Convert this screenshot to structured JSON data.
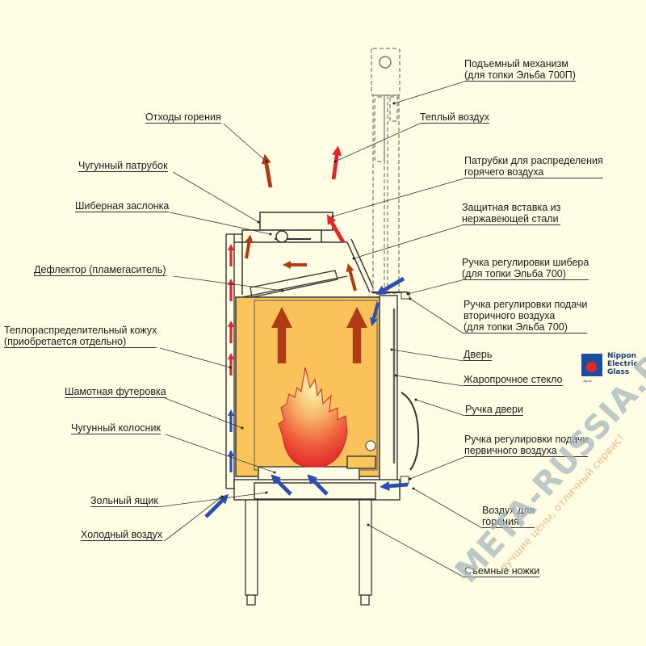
{
  "title": "Схема топки Эльба",
  "colors": {
    "background": "#fffde3",
    "firebox": "#f9c55b",
    "hot_air": "#e8232a",
    "combustion_flow": "#b03a12",
    "cold_air": "#2b4fb0",
    "lines": "#333333"
  },
  "labels_left": [
    {
      "id": "combustion-waste",
      "lines": [
        "Отходы горения"
      ]
    },
    {
      "id": "cast-iron-pipe",
      "lines": [
        "Чугунный патрубок"
      ]
    },
    {
      "id": "damper",
      "lines": [
        "Шиберная заслонка"
      ]
    },
    {
      "id": "deflector",
      "lines": [
        "Дефлектор (пламегаситель)"
      ]
    },
    {
      "id": "heat-casing",
      "lines": [
        "Теплораспределительный кожух",
        "(приобретается отдельно)"
      ]
    },
    {
      "id": "fireclay-lining",
      "lines": [
        "Шамотная футеровка"
      ]
    },
    {
      "id": "grate",
      "lines": [
        "Чугунный колосник"
      ]
    },
    {
      "id": "ash-box",
      "lines": [
        "Зольный ящик"
      ]
    },
    {
      "id": "cold-air",
      "lines": [
        "Холодный воздух"
      ]
    }
  ],
  "labels_right": [
    {
      "id": "lift-mechanism",
      "lines": [
        "Подъемный механизм",
        "(для топки Эльба 700П)"
      ]
    },
    {
      "id": "warm-air",
      "lines": [
        "Теплый воздух"
      ]
    },
    {
      "id": "hot-air-pipes",
      "lines": [
        "Патрубки для распределения",
        "горячего воздуха"
      ]
    },
    {
      "id": "steel-insert",
      "lines": [
        "Защитная вставка из",
        "нержавеющей стали"
      ]
    },
    {
      "id": "damper-handle",
      "lines": [
        "Ручка регулировки шибера",
        "(для топки Эльба 700)"
      ]
    },
    {
      "id": "secondary-air-handle",
      "lines": [
        "Ручка регулировки подачи",
        "вторичного воздуха",
        "(для топки Эльба 700)"
      ]
    },
    {
      "id": "door",
      "lines": [
        "Дверь"
      ]
    },
    {
      "id": "glass",
      "lines": [
        "Жаропрочное стекло"
      ]
    },
    {
      "id": "door-handle",
      "lines": [
        "Ручка двери"
      ]
    },
    {
      "id": "primary-air-handle",
      "lines": [
        "Ручка регулировки подачи",
        "первичного воздуха"
      ]
    },
    {
      "id": "combustion-air",
      "lines": [
        "Воздух для",
        "горения"
      ]
    },
    {
      "id": "removable-legs",
      "lines": [
        "Съемные ножки"
      ]
    }
  ],
  "logo": {
    "brand": "Nippon\nElectric\nGlass",
    "country": "Japan"
  },
  "watermark": {
    "main": "META-RUSSIA.RU",
    "sub": "лучшие цены, отличный сервис!"
  }
}
